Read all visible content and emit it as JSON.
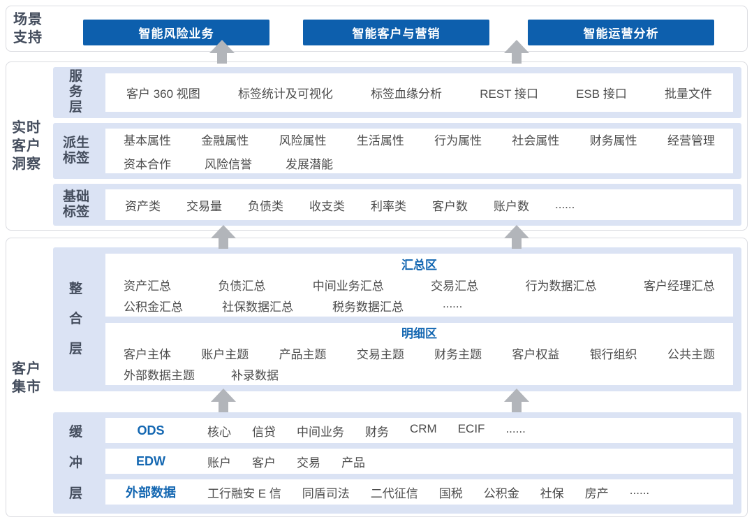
{
  "colors": {
    "button_blue": "#0d5fad",
    "panel_blue": "#dbe3f4",
    "accent_text_blue": "#1266b1",
    "label_dark": "#444d5d",
    "arrow_gray": "#b2b5ba"
  },
  "scenario_support": {
    "label": "场景支持",
    "buttons": [
      "智能风险业务",
      "智能客户与营销",
      "智能运营分析"
    ]
  },
  "realtime_insight": {
    "label": "实时客户洞察",
    "service_layer": {
      "label": "服务层",
      "items": [
        "客户 360 视图",
        "标签统计及可视化",
        "标签血缘分析",
        "REST 接口",
        "ESB 接口",
        "批量文件"
      ]
    },
    "derived_tags": {
      "label": "派生标签",
      "row1": [
        "基本属性",
        "金融属性",
        "风险属性",
        "生活属性",
        "行为属性",
        "社会属性",
        "财务属性",
        "经营管理"
      ],
      "row2": [
        "资本合作",
        "风险信誉",
        "发展潜能"
      ]
    },
    "basic_tags": {
      "label": "基础标签",
      "items": [
        "资产类",
        "交易量",
        "负债类",
        "收支类",
        "利率类",
        "客户数",
        "账户数",
        "......"
      ]
    }
  },
  "customer_mart": {
    "label": "客户集市",
    "integration_layer": {
      "label": "整合层",
      "summary_zone": {
        "title": "汇总区",
        "row1": [
          "资产汇总",
          "负债汇总",
          "中间业务汇总",
          "交易汇总",
          "行为数据汇总",
          "客户经理汇总"
        ],
        "row2": [
          "公积金汇总",
          "社保数据汇总",
          "税务数据汇总",
          "......"
        ]
      },
      "detail_zone": {
        "title": "明细区",
        "row1": [
          "客户主体",
          "账户主题",
          "产品主题",
          "交易主题",
          "财务主题",
          "客户权益",
          "银行组织",
          "公共主题"
        ],
        "row2": [
          "外部数据主题",
          "补录数据"
        ]
      }
    },
    "buffer_layer": {
      "label": "缓冲层",
      "rows": [
        {
          "name": "ODS",
          "items": [
            "核心",
            "信贷",
            "中间业务",
            "财务",
            "CRM",
            "ECIF",
            "......"
          ]
        },
        {
          "name": "EDW",
          "items": [
            "账户",
            "客户",
            "交易",
            "产品"
          ]
        },
        {
          "name": "外部数据",
          "items": [
            "工行融安 E 信",
            "同盾司法",
            "二代征信",
            "国税",
            "公积金",
            "社保",
            "房产",
            "......"
          ]
        }
      ]
    }
  }
}
